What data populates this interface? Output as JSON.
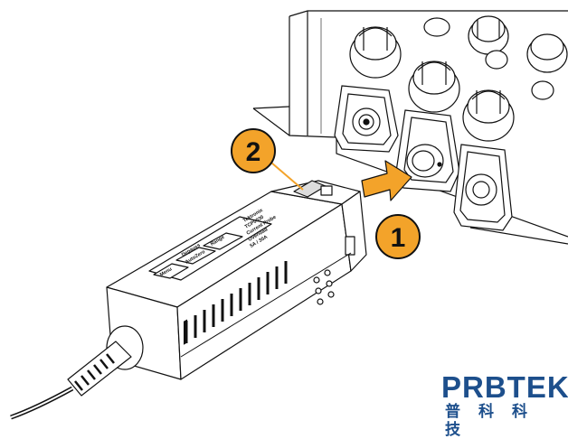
{
  "callouts": {
    "one": "1",
    "two": "2"
  },
  "probe_panel": {
    "line1": "Tektronix",
    "line2": "TCP0030",
    "line3": "Current Probe",
    "line4": "Overload",
    "line5": "5A / 30A",
    "range": "Range",
    "degauss": "Degauss",
    "autozero": "AutoZero",
    "menu": "Menu"
  },
  "brand": {
    "name": "PRBTEK",
    "sub": "普科科技"
  },
  "colors": {
    "callout": "#f3a32a",
    "arrow": "#f3a32a",
    "brand": "#1d4f8c",
    "line": "#111111"
  }
}
